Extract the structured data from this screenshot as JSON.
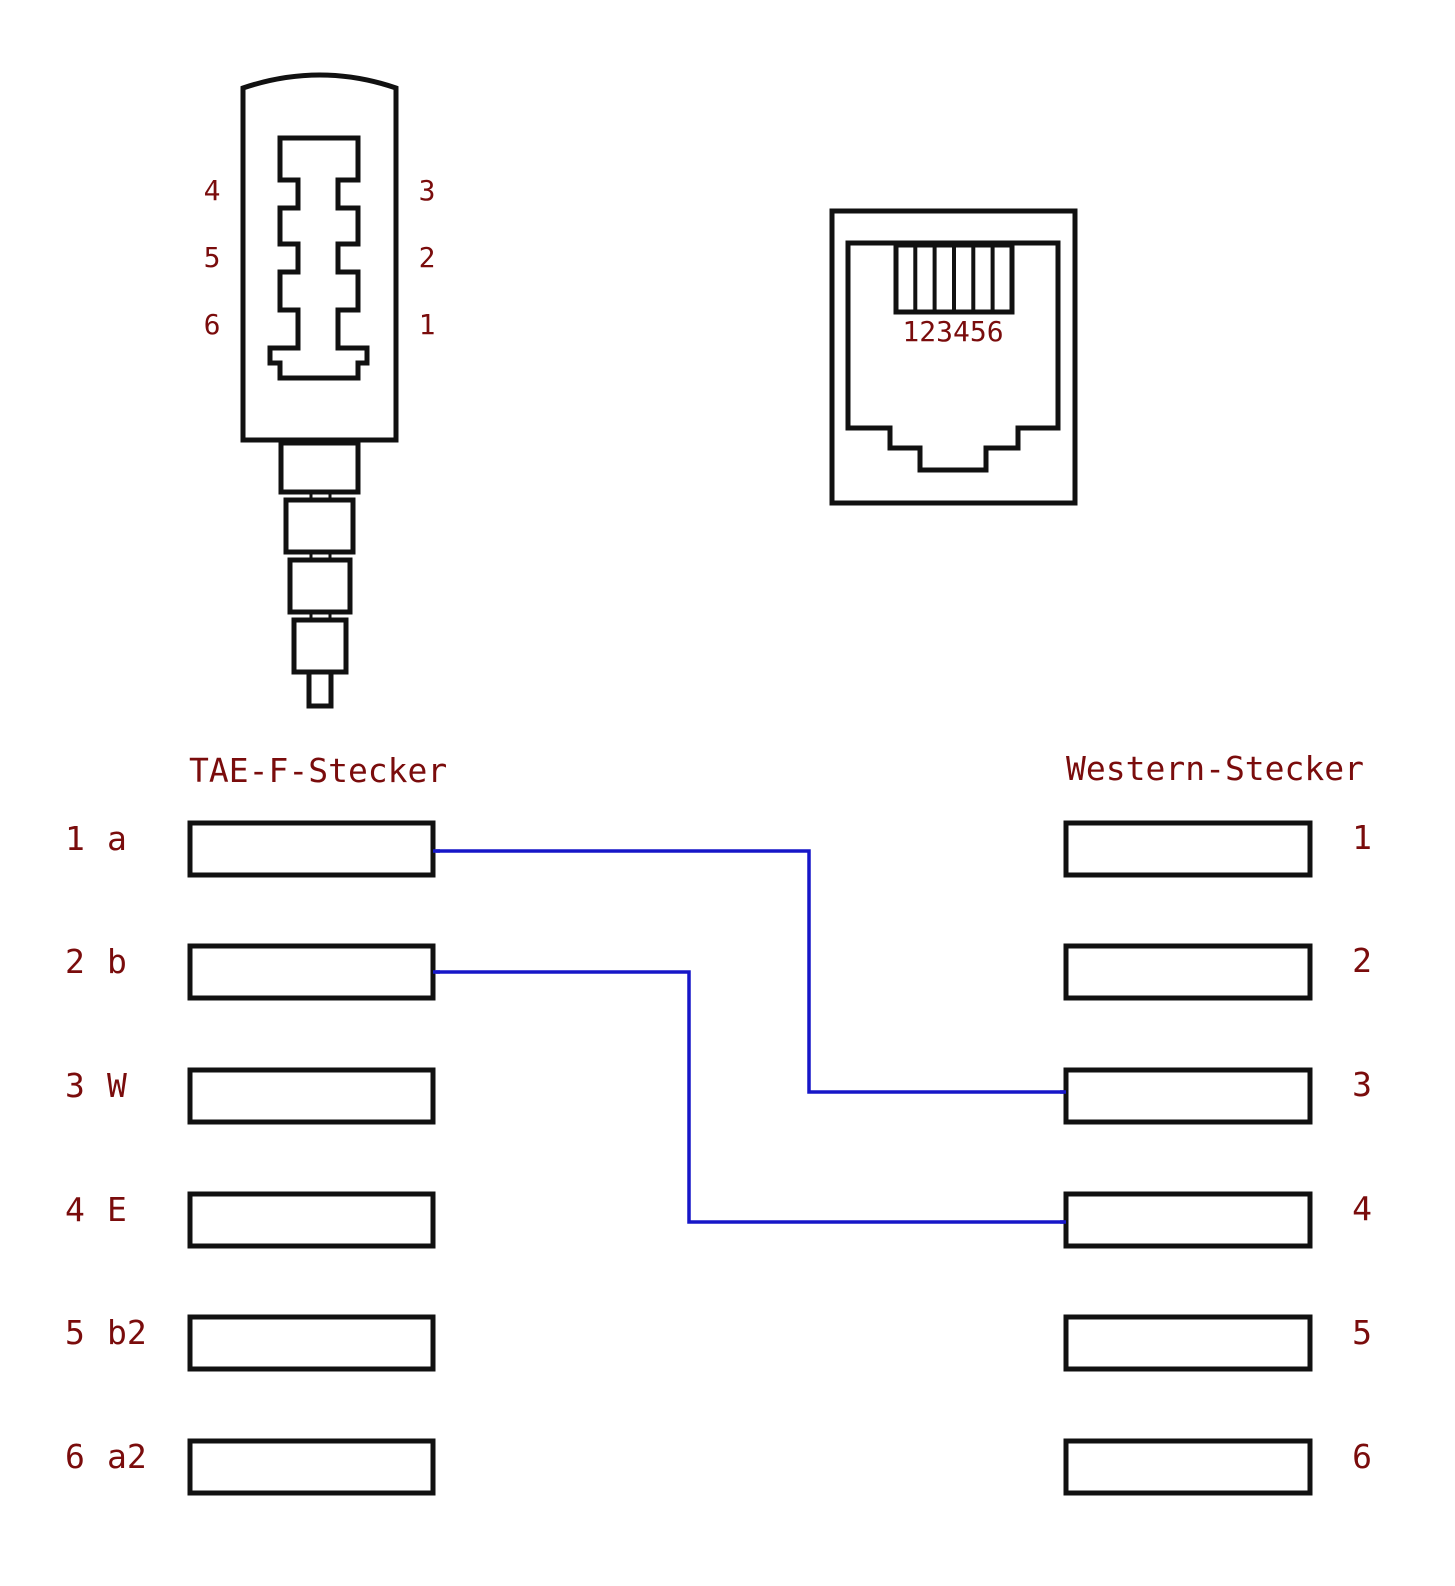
{
  "colors": {
    "label": "#7a0c0c",
    "outline": "#111111",
    "wire": "#1616c8",
    "background": "#ffffff"
  },
  "tae_plug_front": {
    "left_pin_labels": [
      "4",
      "5",
      "6"
    ],
    "right_pin_labels": [
      "3",
      "2",
      "1"
    ]
  },
  "western_plug_front": {
    "pin_numbers": "123456"
  },
  "tae_side": {
    "title": "TAE-F-Stecker",
    "pins": [
      {
        "number": "1",
        "name": "a"
      },
      {
        "number": "2",
        "name": "b"
      },
      {
        "number": "3",
        "name": "W"
      },
      {
        "number": "4",
        "name": "E"
      },
      {
        "number": "5",
        "name": "b2"
      },
      {
        "number": "6",
        "name": "a2"
      }
    ]
  },
  "western_side": {
    "title": "Western-Stecker",
    "pins": [
      "1",
      "2",
      "3",
      "4",
      "5",
      "6"
    ]
  },
  "connections": [
    {
      "from_tae_pin": "1",
      "to_western_pin": "3"
    },
    {
      "from_tae_pin": "2",
      "to_western_pin": "4"
    }
  ]
}
